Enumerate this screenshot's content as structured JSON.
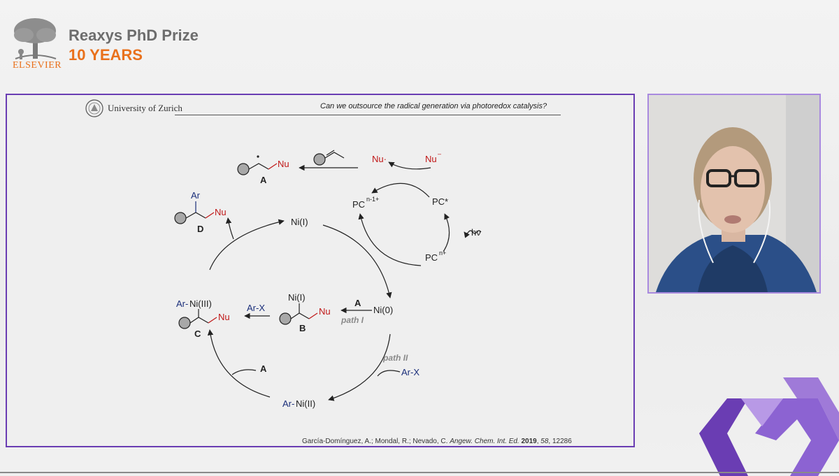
{
  "brand": {
    "publisher": "ELSEVIER",
    "title": "Reaxys PhD Prize",
    "years": "10 YEARS",
    "accent_color": "#e9711c",
    "purple_color": "#6a3db3"
  },
  "slide": {
    "university": "University of Zurich",
    "question": "Can we outsource the radical generation via photoredox catalysis?",
    "citation": {
      "authors": "García-Domínguez, A.; Mondal, R.; Nevado, C. ",
      "journal": "Angew. Chem. Int. Ed.",
      "year": "2019",
      "volume": "58",
      "pages": ", 12286"
    },
    "scheme": {
      "nu_top": "Nu",
      "nu_radical": "Nu·",
      "nu_anion": "Nu",
      "nu_anion_sup": "–",
      "label_A": "A",
      "label_B": "B",
      "label_C": "C",
      "label_D": "D",
      "pc_n1": "PC",
      "pc_n1_sup": "n-1+",
      "pc_star": "PC*",
      "pc_n": "PC",
      "pc_n_sup": "n+",
      "hv": "hν",
      "ni1": "Ni(I)",
      "ni0": "Ni(0)",
      "ni1_b": "Ni(I)",
      "ar_ni3_prefix": "Ar-",
      "ar_ni3": "Ni(III)",
      "ar_ni2_prefix": "Ar-",
      "ar_ni2": "Ni(II)",
      "arx_left": "Ar-X",
      "arx_right": "Ar-X",
      "ar_top": "Ar",
      "nu_b": "Nu",
      "nu_c": "Nu",
      "nu_d": "Nu",
      "path_I": "path I",
      "path_II": "path II",
      "reagent_A_top": "A",
      "reagent_A_bottom": "A"
    }
  }
}
